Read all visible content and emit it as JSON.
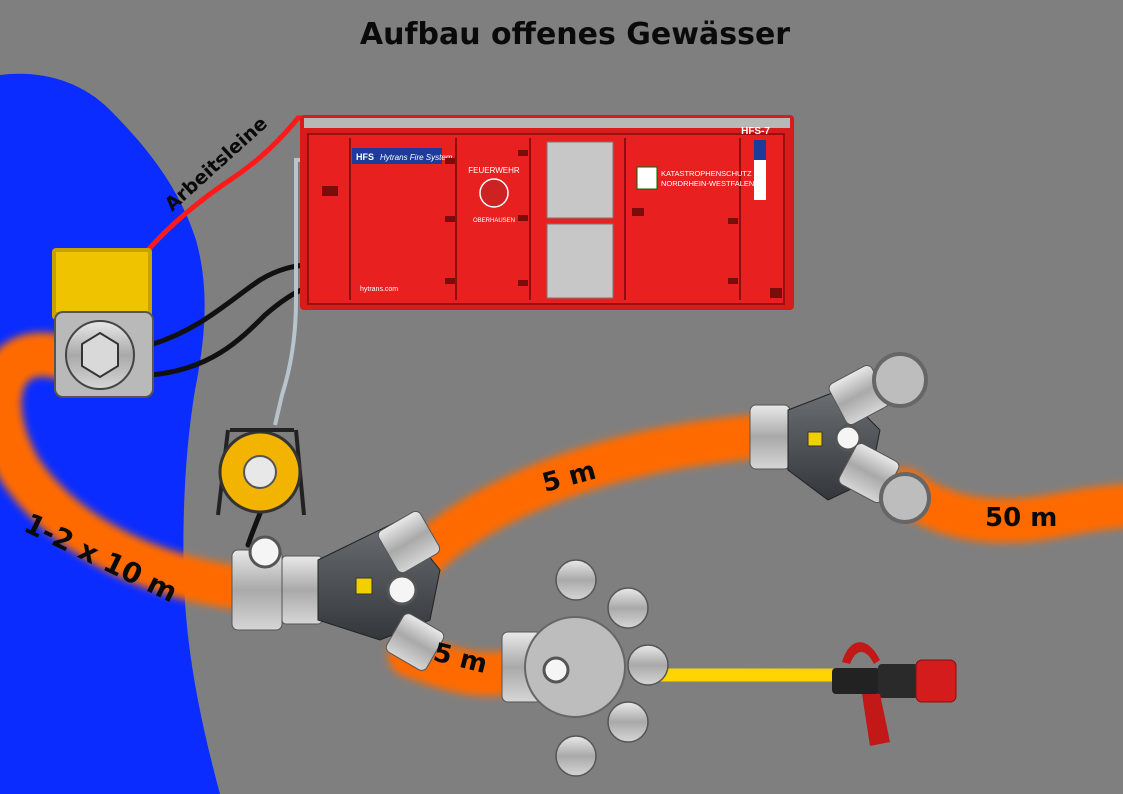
{
  "title": "Aufbau offenes Gewässer",
  "labels": {
    "work_line": "Arbeitsleine",
    "hose_suction": "1-2 x 10 m",
    "hose_upper": "5 m",
    "hose_lower": "5 m",
    "hose_long": "50 m"
  },
  "unit": {
    "id": "HFS-7",
    "brand": "Hytrans Fire System",
    "brand_short": "HFS",
    "crest_text": "FEUERWEHR",
    "crest_city": "OBERHAUSEN",
    "state_text_1": "KATASTROPHENSCHUTZ",
    "state_text_2": "NORDRHEIN-WESTFALEN",
    "website": "hytrans.com"
  },
  "colors": {
    "background": "#7f7f7f",
    "water": "#0a2cff",
    "hose_orange": "#ff6a00",
    "hose_yellow": "#ffd400",
    "unit_red": "#e8201f",
    "work_line": "#ff1a1a"
  }
}
